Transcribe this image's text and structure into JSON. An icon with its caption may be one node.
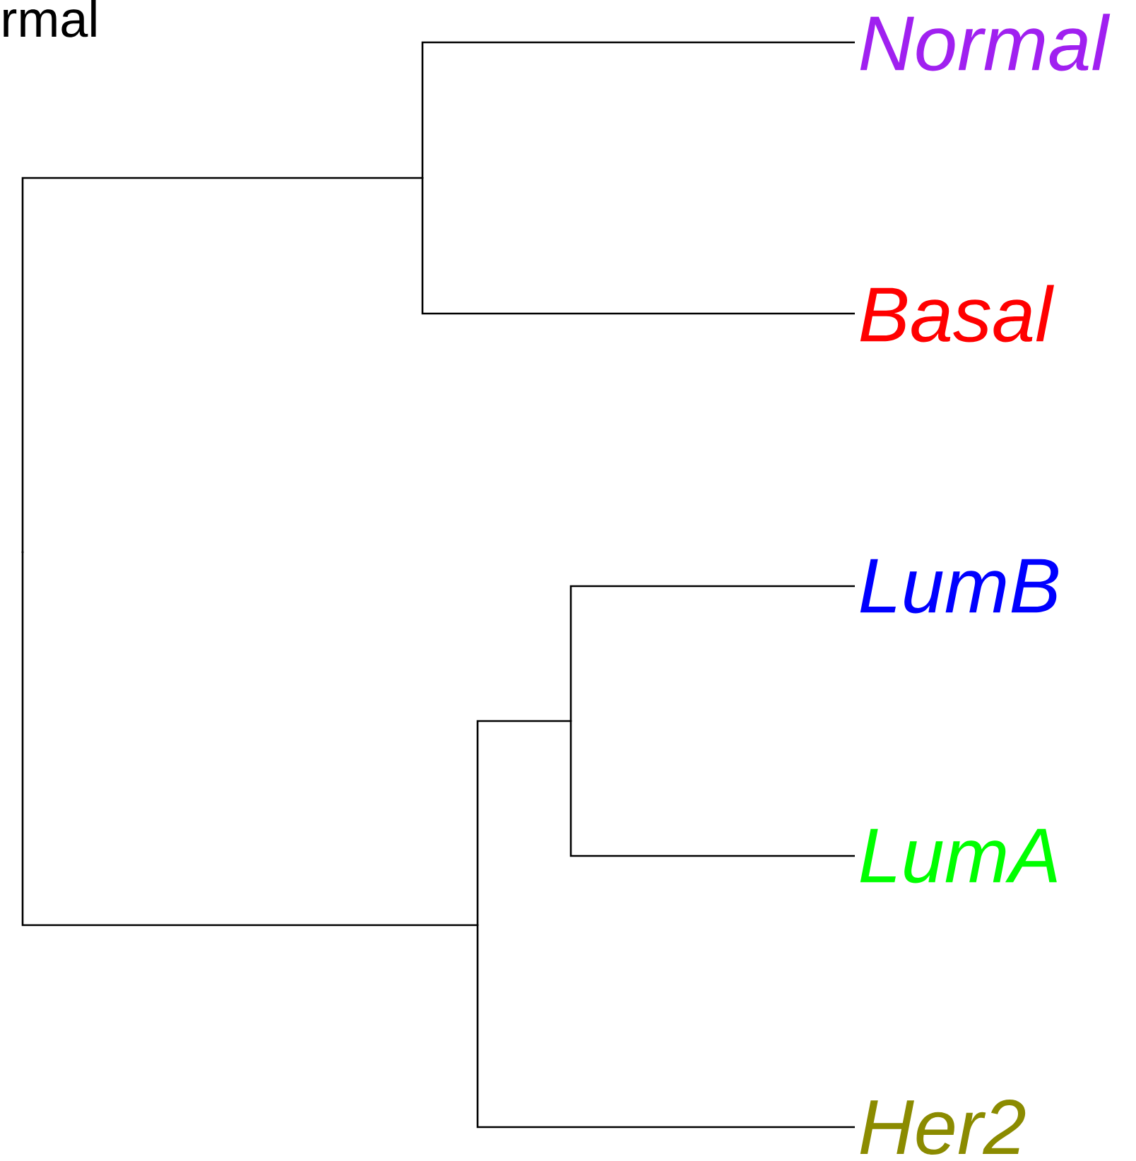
{
  "diagram": {
    "nodes": [
      {
        "text": [
          "Normal"
        ]
      },
      {
        "text": [
          "Basal"
        ]
      },
      {
        "text": [
          "LumB"
        ]
      },
      {
        "text": [
          "LumA"
        ]
      },
      {
        "text": [
          "Her2"
        ]
      },
      {
        "text": [],
        "shape": "point"
      },
      {
        "text": [],
        "shape": "point"
      },
      {
        "text": [],
        "shape": "point"
      },
      {
        "text": [],
        "shape": "point"
      }
    ],
    "edges": [
      {
        "from": 5,
        "to": 6,
        "arrow": "none"
      },
      {
        "from": 5,
        "to": 7,
        "arrow": "none"
      },
      {
        "from": 6,
        "to": 0,
        "arrow": "none"
      },
      {
        "from": 6,
        "to": 1,
        "arrow": "none"
      },
      {
        "from": 7,
        "to": 8,
        "arrow": "none"
      },
      {
        "from": 7,
        "to": 4,
        "arrow": "none"
      },
      {
        "from": 8,
        "to": 2,
        "arrow": "none"
      },
      {
        "from": 8,
        "to": 3,
        "arrow": "none"
      }
    ],
    "labels": [
      "rmal"
    ]
  }
}
